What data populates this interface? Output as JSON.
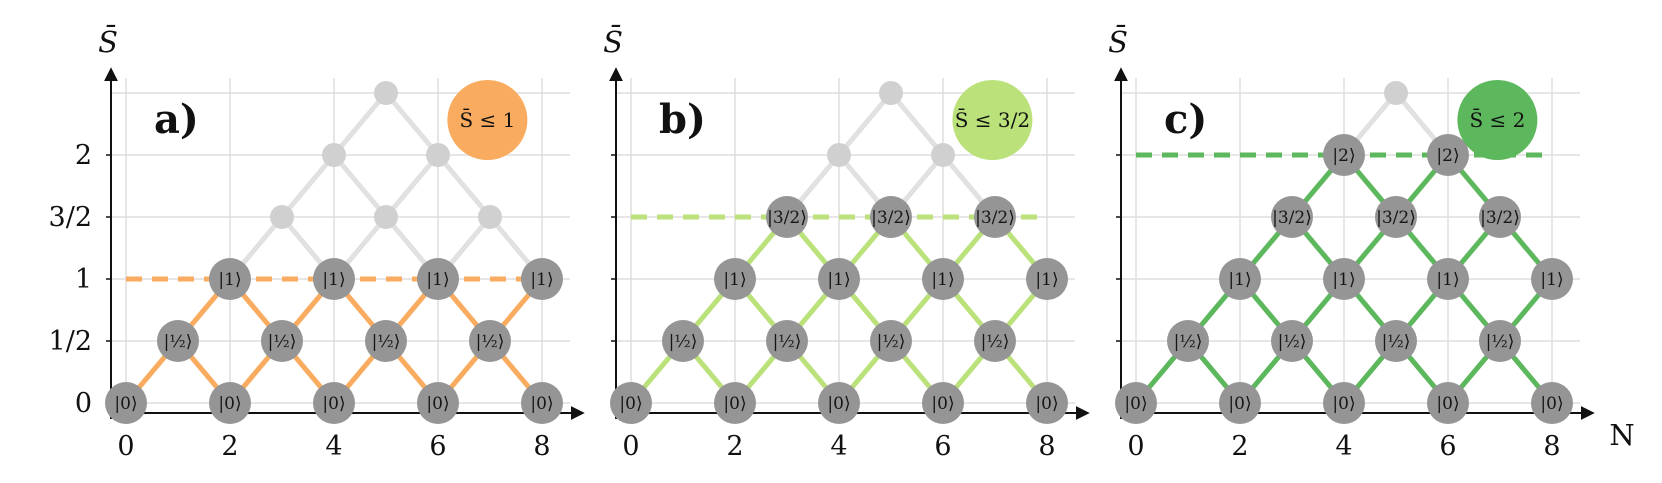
{
  "axes": {
    "x_title": "N",
    "y_title": "S̄",
    "x_ticks": [
      "0",
      "2",
      "4",
      "6",
      "8"
    ],
    "y_ticks": [
      "0",
      "1/2",
      "1",
      "3/2",
      "2"
    ]
  },
  "colors": {
    "grid": "#dddddd",
    "lattice_inactive": "#e1e1e1",
    "node_inactive": "#d0d0d0",
    "node_active": "#959595",
    "axis": "#111111"
  },
  "panels": [
    {
      "label": "a)",
      "constraint": "S̄ ≤ 1",
      "cutoff": 1,
      "color": "#f9ac5f",
      "node_labels": {
        "0": "|0⟩",
        "0.5": "|½⟩",
        "1": "|1⟩"
      }
    },
    {
      "label": "b)",
      "constraint": "S̄ ≤ 3/2",
      "cutoff": 1.5,
      "color": "#bbe27a",
      "node_labels": {
        "0": "|0⟩",
        "0.5": "|½⟩",
        "1": "|1⟩",
        "1.5": "|3/2⟩"
      }
    },
    {
      "label": "c)",
      "constraint": "S̄ ≤ 2",
      "cutoff": 2,
      "color": "#5db75d",
      "node_labels": {
        "0": "|0⟩",
        "0.5": "|½⟩",
        "1": "|1⟩",
        "1.5": "|3/2⟩",
        "2": "|2⟩"
      }
    }
  ]
}
